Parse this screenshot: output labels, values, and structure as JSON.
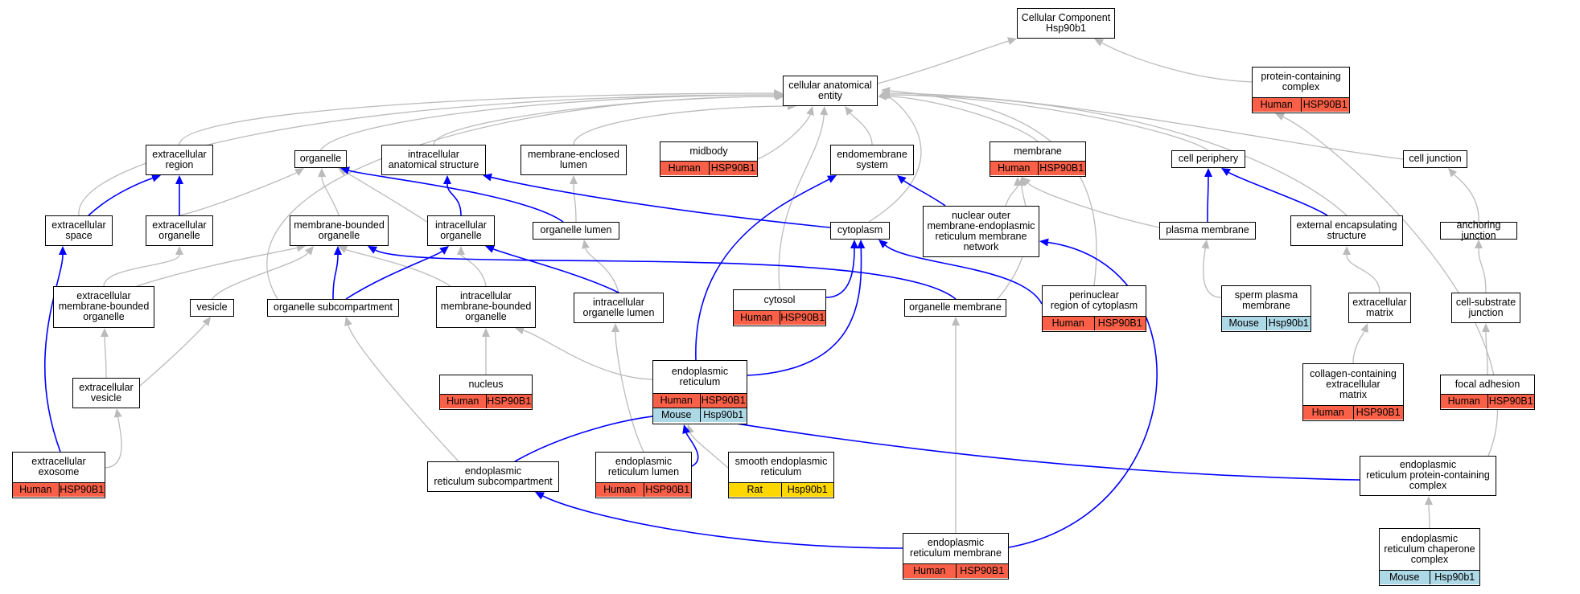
{
  "legend_title": {
    "line1": "Cellular Component",
    "line2": "Hsp90b1"
  },
  "colors": {
    "human": "#fa6048",
    "mouse": "#add8e6",
    "rat": "#ffd700",
    "is_a_edge": "#bbbbbb",
    "part_of_edge": "#0000ff"
  },
  "nodes": {
    "root": {
      "title": [
        "Cellular Component",
        "Hsp90b1"
      ],
      "rows": []
    },
    "cae": {
      "title": [
        "cellular anatomical",
        "entity"
      ],
      "rows": []
    },
    "pcc": {
      "title": [
        "protein-containing",
        "complex"
      ],
      "rows": [
        {
          "species": "Human",
          "gene": "HSP90B1"
        }
      ]
    },
    "extreg": {
      "title": [
        "extracellular",
        "region"
      ],
      "rows": []
    },
    "organelle": {
      "title": [
        "organelle"
      ],
      "rows": []
    },
    "ias": {
      "title": [
        "intracellular",
        "anatomical structure"
      ],
      "rows": []
    },
    "mel": {
      "title": [
        "membrane-enclosed",
        "lumen"
      ],
      "rows": []
    },
    "midbody": {
      "title": [
        "midbody"
      ],
      "rows": [
        {
          "species": "Human",
          "gene": "HSP90B1"
        }
      ]
    },
    "endomem": {
      "title": [
        "endomembrane",
        "system"
      ],
      "rows": []
    },
    "membrane": {
      "title": [
        "membrane"
      ],
      "rows": [
        {
          "species": "Human",
          "gene": "HSP90B1"
        }
      ]
    },
    "cellper": {
      "title": [
        "cell periphery"
      ],
      "rows": []
    },
    "celljunc": {
      "title": [
        "cell junction"
      ],
      "rows": []
    },
    "extspace": {
      "title": [
        "extracellular",
        "space"
      ],
      "rows": []
    },
    "extorg": {
      "title": [
        "extracellular",
        "organelle"
      ],
      "rows": []
    },
    "mbo": {
      "title": [
        "membrane-bounded",
        "organelle"
      ],
      "rows": []
    },
    "intorg": {
      "title": [
        "intracellular",
        "organelle"
      ],
      "rows": []
    },
    "orglumen": {
      "title": [
        "organelle lumen"
      ],
      "rows": []
    },
    "cytoplasm": {
      "title": [
        "cytoplasm"
      ],
      "rows": []
    },
    "nucouter": {
      "title": [
        "nuclear outer",
        "membrane-endoplasmic",
        "reticulum membrane",
        "network"
      ],
      "rows": []
    },
    "plasmamem": {
      "title": [
        "plasma membrane"
      ],
      "rows": []
    },
    "extencap": {
      "title": [
        "external encapsulating",
        "structure"
      ],
      "rows": []
    },
    "anchjunc": {
      "title": [
        "anchoring junction"
      ],
      "rows": []
    },
    "extmbo": {
      "title": [
        "extracellular",
        "membrane-bounded",
        "organelle"
      ],
      "rows": []
    },
    "vesicle": {
      "title": [
        "vesicle"
      ],
      "rows": []
    },
    "orgsub": {
      "title": [
        "organelle subcompartment"
      ],
      "rows": []
    },
    "intmbo": {
      "title": [
        "intracellular",
        "membrane-bounded",
        "organelle"
      ],
      "rows": []
    },
    "intorglumen": {
      "title": [
        "intracellular",
        "organelle lumen"
      ],
      "rows": []
    },
    "cytosol": {
      "title": [
        "cytosol"
      ],
      "rows": [
        {
          "species": "Human",
          "gene": "HSP90B1"
        }
      ]
    },
    "orgmem": {
      "title": [
        "organelle membrane"
      ],
      "rows": []
    },
    "perinuc": {
      "title": [
        "perinuclear",
        "region of cytoplasm"
      ],
      "rows": [
        {
          "species": "Human",
          "gene": "HSP90B1"
        }
      ]
    },
    "spermpm": {
      "title": [
        "sperm plasma",
        "membrane"
      ],
      "rows": [
        {
          "species": "Mouse",
          "gene": "Hsp90b1"
        }
      ]
    },
    "ecm": {
      "title": [
        "extracellular",
        "matrix"
      ],
      "rows": []
    },
    "csj": {
      "title": [
        "cell-substrate",
        "junction"
      ],
      "rows": []
    },
    "extves": {
      "title": [
        "extracellular",
        "vesicle"
      ],
      "rows": []
    },
    "nucleus": {
      "title": [
        "nucleus"
      ],
      "rows": [
        {
          "species": "Human",
          "gene": "HSP90B1"
        }
      ]
    },
    "er": {
      "title": [
        "endoplasmic",
        "reticulum"
      ],
      "rows": [
        {
          "species": "Human",
          "gene": "HSP90B1"
        },
        {
          "species": "Mouse",
          "gene": "Hsp90b1"
        }
      ]
    },
    "collagen": {
      "title": [
        "collagen-containing",
        "extracellular",
        "matrix"
      ],
      "rows": [
        {
          "species": "Human",
          "gene": "HSP90B1"
        }
      ]
    },
    "focal": {
      "title": [
        "focal adhesion"
      ],
      "rows": [
        {
          "species": "Human",
          "gene": "HSP90B1"
        }
      ]
    },
    "exosome": {
      "title": [
        "extracellular",
        "exosome"
      ],
      "rows": [
        {
          "species": "Human",
          "gene": "HSP90B1"
        }
      ]
    },
    "ersub": {
      "title": [
        "endoplasmic",
        "reticulum subcompartment"
      ],
      "rows": []
    },
    "erlumen": {
      "title": [
        "endoplasmic",
        "reticulum lumen"
      ],
      "rows": [
        {
          "species": "Human",
          "gene": "HSP90B1"
        }
      ]
    },
    "ser": {
      "title": [
        "smooth endoplasmic",
        "reticulum"
      ],
      "rows": [
        {
          "species": "Rat",
          "gene": "Hsp90b1"
        }
      ]
    },
    "erpcc": {
      "title": [
        "endoplasmic",
        "reticulum protein-containing",
        "complex"
      ],
      "rows": []
    },
    "ermem": {
      "title": [
        "endoplasmic",
        "reticulum membrane"
      ],
      "rows": [
        {
          "species": "Human",
          "gene": "HSP90B1"
        }
      ]
    },
    "erchap": {
      "title": [
        "endoplasmic",
        "reticulum chaperone",
        "complex"
      ],
      "rows": [
        {
          "species": "Mouse",
          "gene": "Hsp90b1"
        }
      ]
    }
  }
}
